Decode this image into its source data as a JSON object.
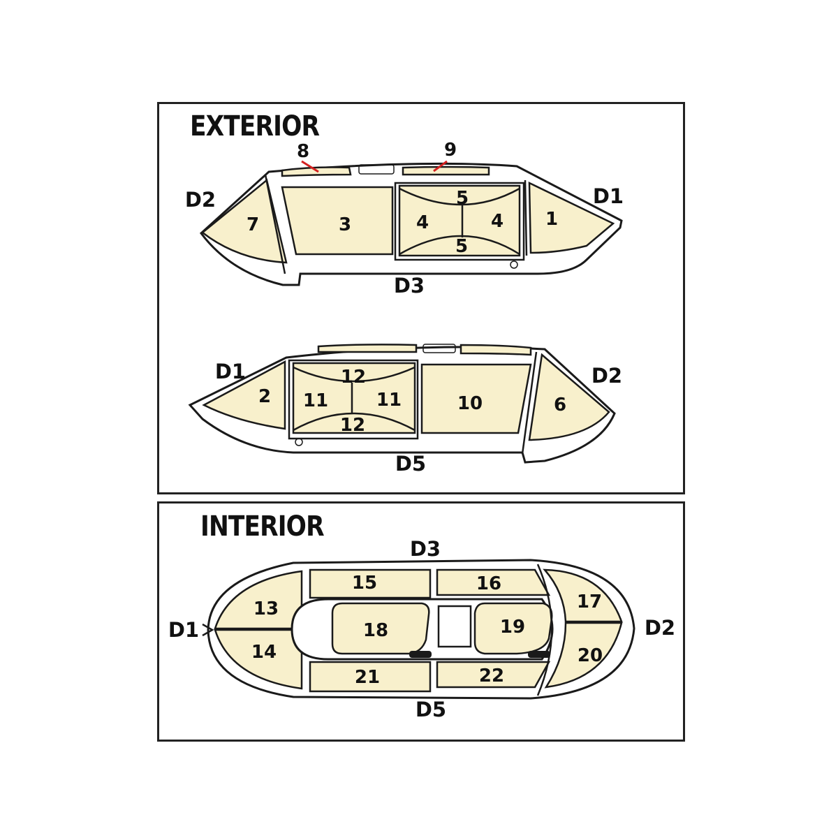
{
  "exterior": {
    "heading": "EXTERIOR",
    "starboard": {
      "pads": {
        "p1": "1",
        "p3": "3",
        "p4a": "4",
        "p4b": "4",
        "p5a": "5",
        "p5b": "5",
        "p7": "7",
        "p8": "8",
        "p9": "9"
      },
      "doors": {
        "front": "D1",
        "rear": "D2",
        "side": "D3"
      }
    },
    "port": {
      "pads": {
        "p2": "2",
        "p6": "6",
        "p10": "10",
        "p11a": "11",
        "p11b": "11",
        "p12a": "12",
        "p12b": "12"
      },
      "doors": {
        "front": "D1",
        "rear": "D2",
        "side": "D5"
      }
    }
  },
  "interior": {
    "heading": "INTERIOR",
    "pads": {
      "p13": "13",
      "p14": "14",
      "p15": "15",
      "p16": "16",
      "p17": "17",
      "p18": "18",
      "p19": "19",
      "p20": "20",
      "p21": "21",
      "p22": "22"
    },
    "doors": {
      "front": "D1",
      "rear": "D2",
      "starboard": "D3",
      "port": "D5"
    }
  },
  "colors": {
    "pad_fill": "#f8f0cc",
    "outline": "#1a1a1a",
    "marker": "#d42020",
    "background": "#ffffff"
  }
}
